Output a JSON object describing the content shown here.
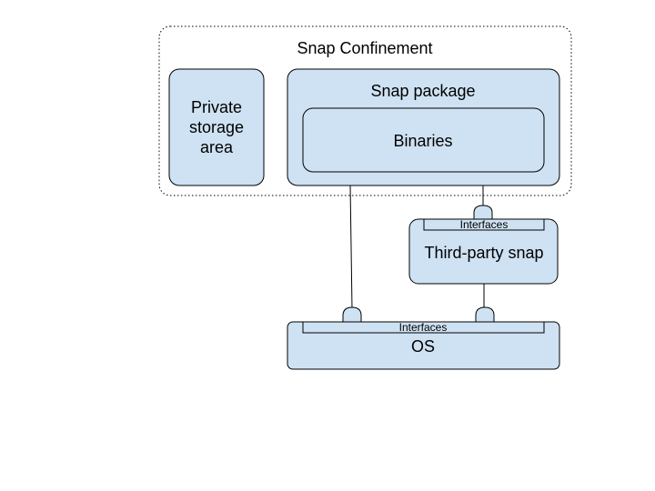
{
  "diagram": {
    "confinement_label": "Snap Confinement",
    "private_storage": [
      "Private",
      "storage",
      "area"
    ],
    "snap_package_label": "Snap package",
    "binaries_label": "Binaries",
    "third_party_interfaces_label": "Interfaces",
    "third_party_label": "Third-party snap",
    "os_interfaces_label": "Interfaces",
    "os_label": "OS"
  },
  "colors": {
    "box_fill": "#cfe2f3",
    "stroke": "#000000",
    "background": "#ffffff"
  }
}
